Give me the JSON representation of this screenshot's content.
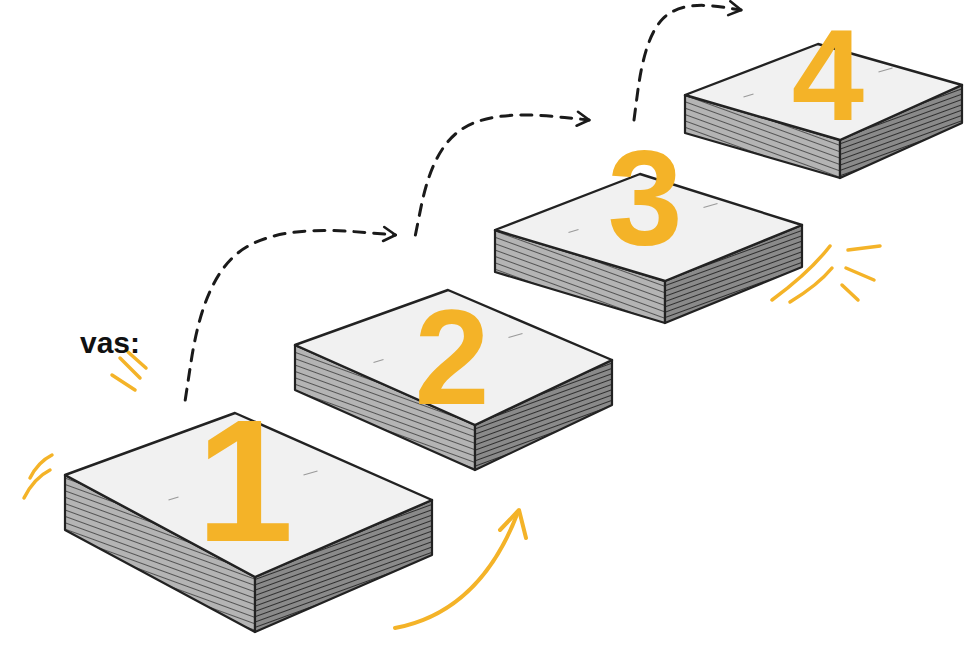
{
  "diagram": {
    "nodes": [
      {
        "text": [
          "1"
        ]
      },
      {
        "text": [
          "2"
        ]
      },
      {
        "text": [
          "3"
        ]
      },
      {
        "text": [
          "4"
        ]
      }
    ],
    "edges": [
      {
        "from": 0,
        "to": 1,
        "arrow": "to"
      },
      {
        "from": 1,
        "to": 2,
        "arrow": "to"
      },
      {
        "from": 2,
        "to": 3,
        "arrow": "to"
      }
    ],
    "labels": [
      "vas:"
    ]
  }
}
